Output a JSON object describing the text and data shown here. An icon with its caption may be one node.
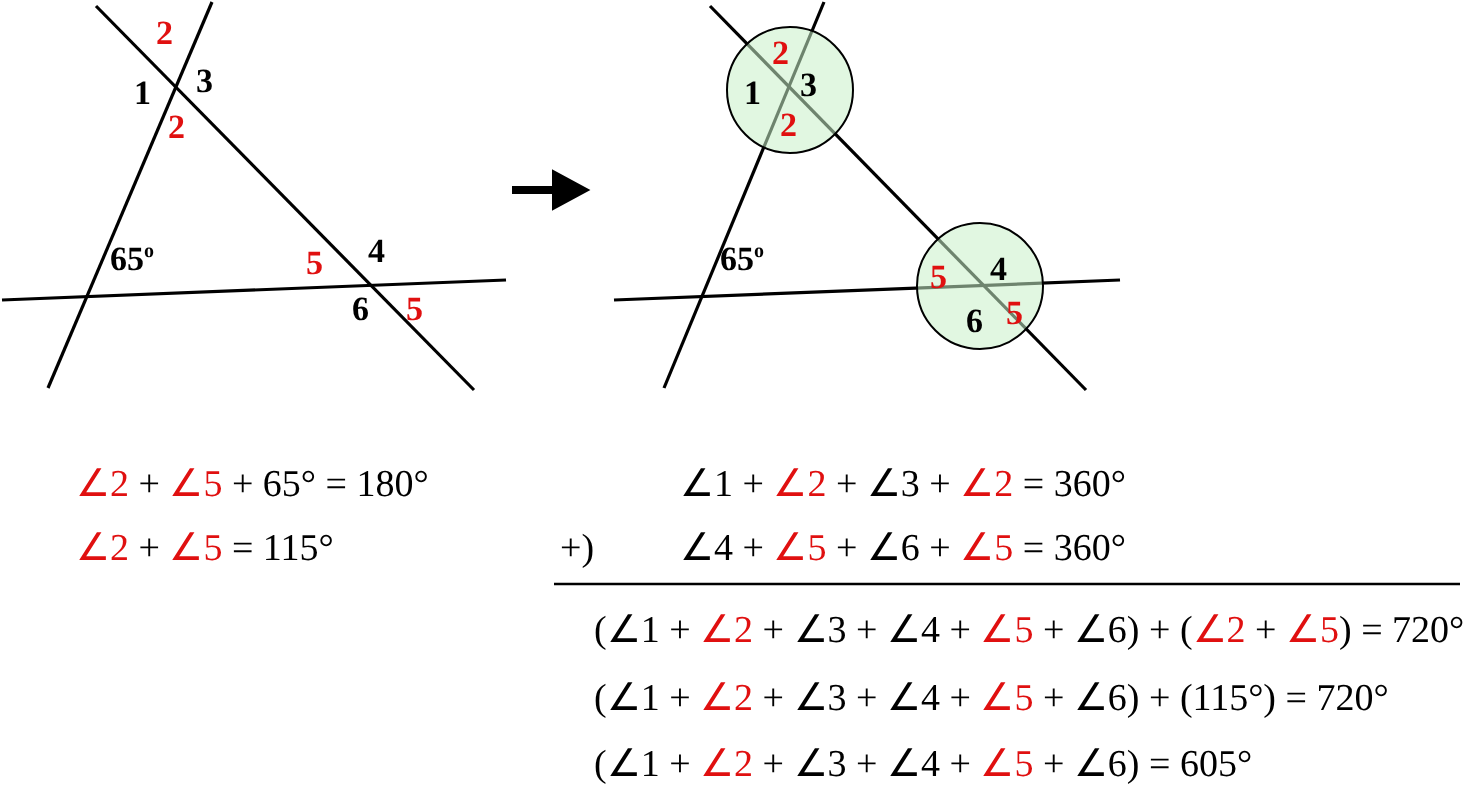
{
  "diagram": {
    "nodes": [
      {
        "text": [
          "2",
          "1",
          "3",
          "2"
        ]
      },
      {
        "text": [
          "5",
          "4",
          "6",
          "5"
        ]
      }
    ],
    "labels": [
      "2",
      "1",
      "3",
      "2",
      "65$^{o}$",
      "5",
      "4",
      "6",
      "5",
      "65$^{o}$",
      "**∠2** + **∠5** + 65° = 180°",
      "**∠2** + **∠5** = 115°",
      "∠1 + **∠2** + ∠3 + **∠2** = 360°",
      "+)",
      "∠4 + **∠5** + ∠6 + **∠5** = 360°",
      "(∠1 + **∠2** + ∠3 + ∠4 + **∠5** + ∠6) + (**∠2** + **∠5**) = 720°",
      "(∠1 + **∠2** + ∠3 + ∠4 + **∠5** + ∠6) + (115°) = 720°",
      "(∠1 + **∠2** + ∠3 + ∠4 + **∠5** + ∠6) = 605°"
    ]
  }
}
